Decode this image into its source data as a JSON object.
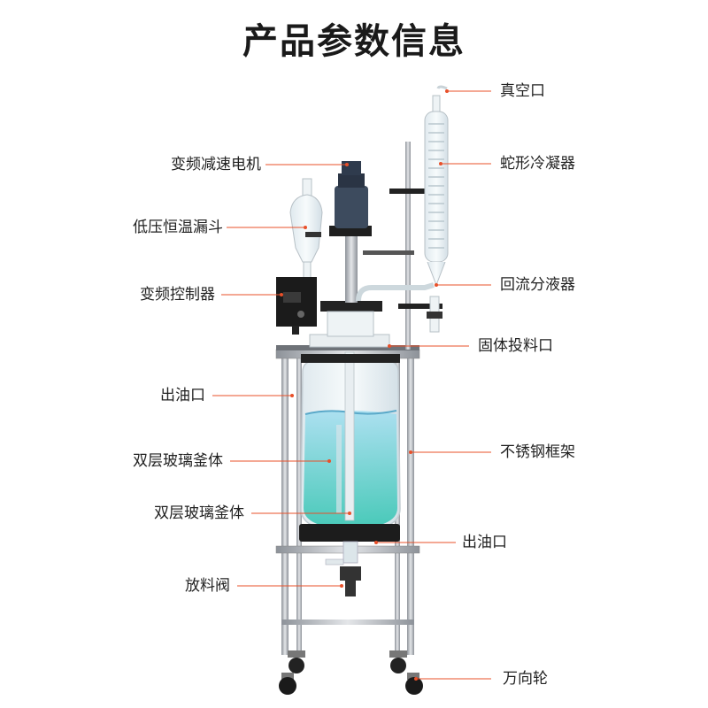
{
  "title": "产品参数信息",
  "labels": {
    "vacuum_port": "真空口",
    "coil_condenser": "蛇形冷凝器",
    "reflux_separator": "回流分液器",
    "solid_feed_port": "固体投料口",
    "steel_frame": "不锈钢框架",
    "oil_outlet_bottom": "出油口",
    "caster_wheel": "万向轮",
    "motor": "变频减速电机",
    "dropping_funnel": "低压恒温漏斗",
    "controller": "变频控制器",
    "oil_outlet_top": "出油口",
    "vessel_upper": "双层玻璃釜体",
    "vessel_lower": "双层玻璃釜体",
    "discharge_valve": "放料阀"
  },
  "colors": {
    "leader": "#e8502a",
    "liquid_top": "#8fd3e8",
    "liquid_bottom": "#3fc7b5",
    "frame": "#b8bcc2"
  }
}
